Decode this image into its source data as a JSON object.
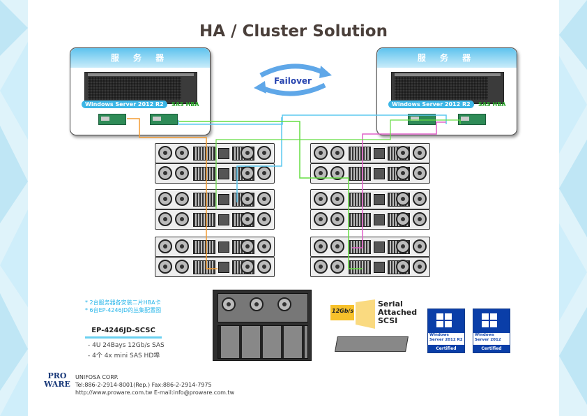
{
  "page": {
    "title": "HA / Cluster Solution"
  },
  "servers": [
    {
      "header": "服 务 器",
      "os": "Windows Server 2012 R2",
      "hba": "SAS HBA"
    },
    {
      "header": "服 务 器",
      "os": "Windows Server 2012 R2",
      "hba": "SAS HBA"
    }
  ],
  "failover": {
    "label": "Failover"
  },
  "notes": [
    "* 2台服务器各安装二片HBA卡",
    "* 6台EP-4246JD的丛集配置图"
  ],
  "product": {
    "model": "EP-4246JD-SCSC",
    "specs": [
      "- 4U 24Bays 12Gb/s SAS",
      "- 4个 4x mini SAS HD埠"
    ]
  },
  "sas_logo": {
    "speed": "12Gb/s",
    "line1": "Serial",
    "line2": "Attached",
    "line3": "SCSI"
  },
  "certs": [
    {
      "line1": "Windows",
      "line2": "Server 2012 R2",
      "badge": "Certified"
    },
    {
      "line1": "Windows",
      "line2": "Server 2012",
      "badge": "Certified"
    }
  ],
  "company": {
    "logo_text": "PRO WARE",
    "name": "UNIFOSA CORP.",
    "tel": "Tel:886-2-2914-8001(Rep.) Fax:886-2-2914-7975",
    "web": "http://www.proware.com.tw E-mail:info@proware.com.tw"
  },
  "colors": {
    "title": "#4a3f3a",
    "header_blue": "#3cb6e6",
    "hba_green": "#2aa52a",
    "cable_orange": "#f39c32",
    "cable_cyan": "#5cc8ef",
    "cable_green": "#66dd44",
    "cable_magenta": "#e060c8",
    "cert_blue": "#0a3ea8"
  }
}
